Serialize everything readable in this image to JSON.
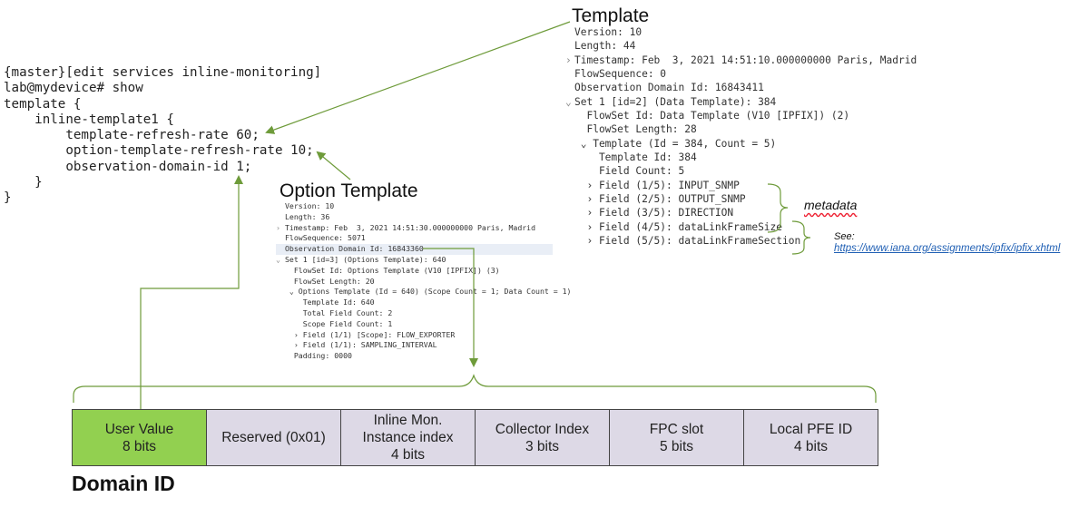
{
  "cli_lines": [
    "{master}[edit services inline-monitoring]",
    "lab@mydevice# show",
    "template {",
    "    inline-template1 {",
    "        template-refresh-rate 60;",
    "        option-template-refresh-rate 10;",
    "        observation-domain-id 1;",
    "    }",
    "}"
  ],
  "template_panel": {
    "title": "Template",
    "lines": [
      {
        "caret": "",
        "text": "Version: 10"
      },
      {
        "caret": "",
        "text": "Length: 44"
      },
      {
        "caret": "›",
        "text": "Timestamp: Feb  3, 2021 14:51:10.000000000 Paris, Madrid"
      },
      {
        "caret": "",
        "text": "FlowSequence: 0"
      },
      {
        "caret": "",
        "text": "Observation Domain Id: 16843411"
      },
      {
        "caret": "⌄",
        "text": "Set 1 [id=2] (Data Template): 384"
      },
      {
        "caret": "",
        "text": "  FlowSet Id: Data Template (V10 [IPFIX]) (2)"
      },
      {
        "caret": "",
        "text": "  FlowSet Length: 28"
      },
      {
        "caret": "",
        "text": " ⌄ Template (Id = 384, Count = 5)"
      },
      {
        "caret": "",
        "text": "    Template Id: 384"
      },
      {
        "caret": "",
        "text": "    Field Count: 5"
      },
      {
        "caret": "",
        "text": "  › Field (1/5): INPUT_SNMP"
      },
      {
        "caret": "",
        "text": "  › Field (2/5): OUTPUT_SNMP"
      },
      {
        "caret": "",
        "text": "  › Field (3/5): DIRECTION"
      },
      {
        "caret": "",
        "text": "  › Field (4/5): dataLinkFrameSize"
      },
      {
        "caret": "",
        "text": "  › Field (5/5): dataLinkFrameSection"
      }
    ]
  },
  "option_panel": {
    "title": "Option Template",
    "lines": [
      {
        "caret": "",
        "text": "Version: 10"
      },
      {
        "caret": "",
        "text": "Length: 36"
      },
      {
        "caret": "›",
        "text": "Timestamp: Feb  3, 2021 14:51:30.000000000 Paris, Madrid"
      },
      {
        "caret": "",
        "text": "FlowSequence: 5071"
      },
      {
        "caret": "",
        "text": "Observation Domain Id: 16843360"
      },
      {
        "caret": "⌄",
        "text": "Set 1 [id=3] (Options Template): 640"
      },
      {
        "caret": "",
        "text": "  FlowSet Id: Options Template (V10 [IPFIX]) (3)"
      },
      {
        "caret": "",
        "text": "  FlowSet Length: 20"
      },
      {
        "caret": "",
        "text": " ⌄ Options Template (Id = 640) (Scope Count = 1; Data Count = 1)"
      },
      {
        "caret": "",
        "text": "    Template Id: 640"
      },
      {
        "caret": "",
        "text": "    Total Field Count: 2"
      },
      {
        "caret": "",
        "text": "    Scope Field Count: 1"
      },
      {
        "caret": "",
        "text": "  › Field (1/1) [Scope]: FLOW_EXPORTER"
      },
      {
        "caret": "",
        "text": "  › Field (1/1): SAMPLING_INTERVAL"
      },
      {
        "caret": "",
        "text": "  Padding: 0000"
      }
    ]
  },
  "annotations": {
    "metadata": "metadata",
    "see": "See:",
    "link": "https://www.iana.org/assignments/ipfix/ipfix.xhtml"
  },
  "domain_fields": [
    {
      "lines": [
        "User Value",
        "8 bits"
      ]
    },
    {
      "lines": [
        "Reserved (0x01)"
      ]
    },
    {
      "lines": [
        "Inline Mon.",
        "Instance index",
        "4 bits"
      ]
    },
    {
      "lines": [
        "Collector Index",
        "3 bits"
      ]
    },
    {
      "lines": [
        "FPC slot",
        "5 bits"
      ]
    },
    {
      "lines": [
        "Local PFE ID",
        "4 bits"
      ]
    }
  ],
  "domain_label": "Domain ID",
  "colors": {
    "arrow_green": "#6e9b3a",
    "user_value_fill": "#92d050",
    "field_fill": "#ddd9e6",
    "link_blue": "#1f5fb4"
  }
}
